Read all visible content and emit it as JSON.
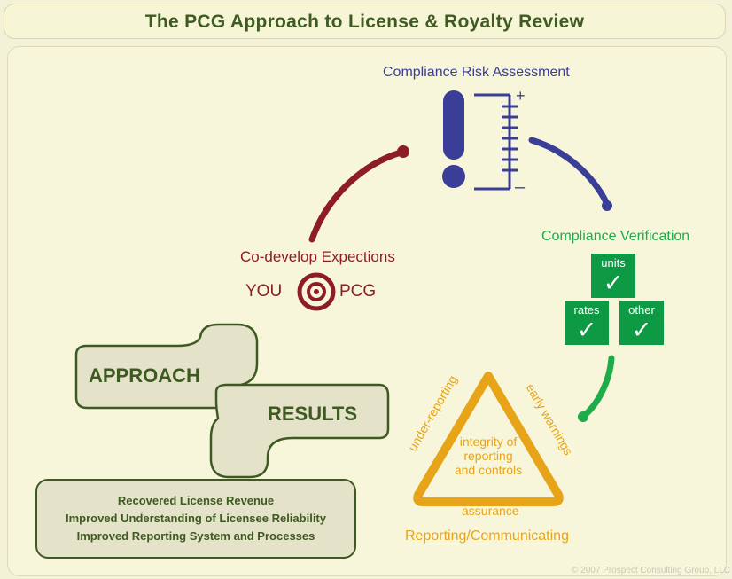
{
  "title": "The PCG Approach to License & Royalty Review",
  "risk": {
    "label": "Compliance Risk Assessment",
    "plus": "+",
    "minus": "–",
    "exclaim": "!"
  },
  "codevelop": {
    "label": "Co-develop Expections",
    "left": "YOU",
    "right": "PCG"
  },
  "verification": {
    "label": "Compliance Verification",
    "boxes": [
      {
        "label": "units",
        "check": "✓"
      },
      {
        "label": "rates",
        "check": "✓"
      },
      {
        "label": "other",
        "check": "✓"
      }
    ]
  },
  "reporting": {
    "center_lines": [
      "integrity of",
      "reporting",
      "and controls"
    ],
    "left_side": "under-reporting",
    "right_side": "early warnings",
    "bottom": "assurance",
    "label": "Reporting/Communicating"
  },
  "approach_label": "APPROACH",
  "results_label": "RESULTS",
  "results": [
    "Recovered License Revenue",
    "Improved Understanding of Licensee Reliability",
    "Improved Reporting System and Processes"
  ],
  "copyright": "© 2007 Prospect Consulting Group, LLC",
  "colors": {
    "risk": "#3b3e96",
    "codevelop": "#8e1c26",
    "verification": "#0e9a44",
    "reporting": "#e8a418",
    "approach": "#3e5a22"
  }
}
